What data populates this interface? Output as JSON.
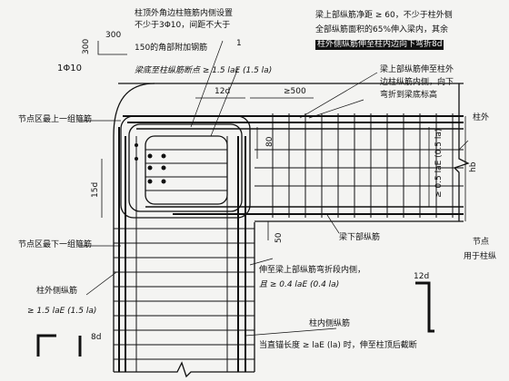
{
  "labels": {
    "top_left_300": "300",
    "top_left_300b": "300",
    "rebar_1phi10": "1Φ10",
    "corner_bar_l1": "柱顶外角边柱箍筋内侧设置",
    "corner_bar_l2": "不少于3Φ10，间距不大于",
    "corner_bar_l3": "150的角部附加钢筋",
    "beam_bottom_cut": "梁底至柱纵筋断点 ≥ 1.5 laE (1.5 la)",
    "dim_12d": "12d",
    "dim_ge500": "≥500",
    "dim_80": "80",
    "dim_15d": "15d",
    "dim_50": "50",
    "dim_ge05": "≥ 0.5 laE (0.5 la)",
    "dim_hb": "hb",
    "top_stirrup": "节点区最上一组箍筋",
    "bottom_stirrup": "节点区最下一组箍筋",
    "beam_top_rebar_l1": "梁上部纵筋净距 ≥ 60，不少于柱外侧",
    "beam_top_rebar_l2": "全部纵筋面积的65%伸入梁内，其余",
    "beam_top_rebar_l3": "柱外侧纵筋伸至柱内边向下弯折8d",
    "beam_top_into_col_l1": "梁上部纵筋伸至柱外",
    "beam_top_into_col_l2": "边柱纵筋内侧，向下",
    "beam_top_into_col_l3": "弯折到梁底标高",
    "col_outer_right": "柱外",
    "beam_bottom_rebar": "梁下部纵筋",
    "node_right": "节点",
    "node_right2": "用于柱纵",
    "beam_bottom_bend_l1": "伸至梁上部纵筋弯折段内侧，",
    "beam_bottom_bend_l2": "且 ≥ 0.4 laE (0.4 la)",
    "col_outer_rebar": "柱外侧纵筋",
    "col_outer_anchor": "≥ 1.5 laE (1.5 la)",
    "dim_8d": "8d",
    "dim_12d_b": "12d",
    "col_inner_rebar": "柱内侧纵筋",
    "straight_anchor": "当直锚长度 ≥ laE (la) 时，伸至柱顶后截断",
    "one_l": "1"
  }
}
